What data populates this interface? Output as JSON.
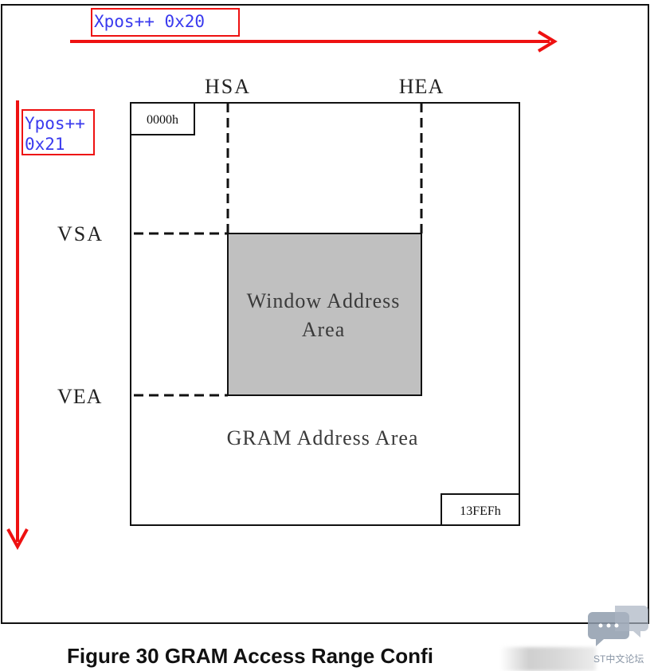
{
  "x_direction": {
    "label": "Xpos++ 0x20"
  },
  "y_direction": {
    "line1": "Ypos++",
    "line2": "0x21"
  },
  "markers": {
    "hsa": "HSA",
    "hea": "HEA",
    "vsa": "VSA",
    "vea": "VEA"
  },
  "gram": {
    "start_address": "0000h",
    "end_address": "13FEFh",
    "area_label": "GRAM Address Area"
  },
  "window": {
    "line1": "Window Address",
    "line2": "Area"
  },
  "caption": "Figure 30 GRAM Access Range Confi",
  "watermark": "ST中文论坛",
  "colors": {
    "arrow": "#ee1111",
    "label_text": "#3a3aee",
    "window_fill": "#c0c0c0",
    "outline": "#111111"
  }
}
